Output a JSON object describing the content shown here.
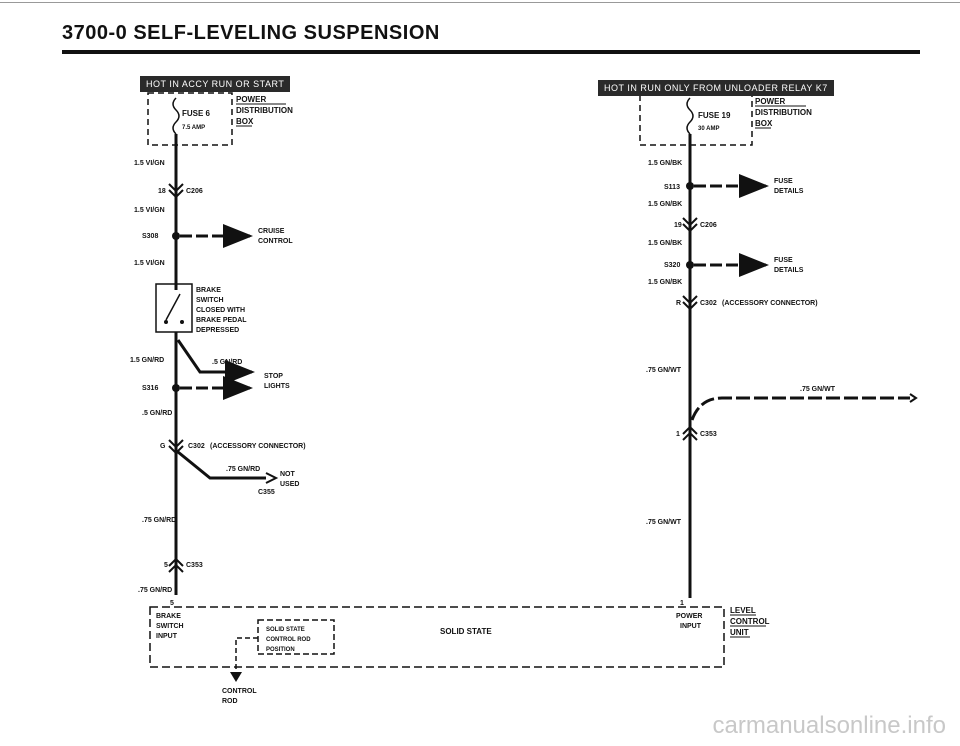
{
  "title": "3700-0   SELF-LEVELING SUSPENSION",
  "banners": {
    "left": "HOT IN ACCY RUN OR START",
    "right": "HOT IN RUN ONLY FROM UNLOADER RELAY K7"
  },
  "left_circuit": {
    "fuse_name": "FUSE 6",
    "fuse_rating": "7.5 AMP",
    "power_dist_1": "POWER",
    "power_dist_2": "DISTRIBUTION",
    "power_dist_3": "BOX",
    "wire_1": "1.5 VI/GN",
    "c206_pin": "18",
    "c206": "C206",
    "wire_2": "1.5 VI/GN",
    "s308": "S308",
    "cruise_1": "CRUISE",
    "cruise_2": "CONTROL",
    "wire_3": "1.5 VI/GN",
    "brake_switch_1": "BRAKE",
    "brake_switch_2": "SWITCH",
    "brake_switch_3": "CLOSED WITH",
    "brake_switch_4": "BRAKE PEDAL",
    "brake_switch_5": "DEPRESSED",
    "wire_4": "1.5 GN/RD",
    "wire_stop": ".5 GN/RD",
    "stop_1": "STOP",
    "stop_2": "LIGHTS",
    "s316": "S316",
    "wire_5": ".5 GN/RD",
    "c302_pin": "G",
    "c302": "C302",
    "c302_desc": "(ACCESSORY CONNECTOR)",
    "wire_notused": ".75 GN/RD",
    "not_used_1": "NOT",
    "not_used_2": "USED",
    "c355": "C355",
    "wire_6": ".75 GN/RD",
    "c353_pin": "5",
    "c353": "C353",
    "wire_7": ".75 GN/RD",
    "pin_5": "5"
  },
  "right_circuit": {
    "fuse_name": "FUSE 19",
    "fuse_rating": "30 AMP",
    "power_dist_1": "POWER",
    "power_dist_2": "DISTRIBUTION",
    "power_dist_3": "BOX",
    "wire_1": "1.5 GN/BK",
    "s113": "S113",
    "fuse_details_1": "FUSE",
    "fuse_details_2": "DETAILS",
    "wire_2": "1.5 GN/BK",
    "c206_pin": "19",
    "c206": "C206",
    "wire_3": "1.5 GN/BK",
    "s320": "S320",
    "fuse_details_b1": "FUSE",
    "fuse_details_b2": "DETAILS",
    "wire_4": "1.5 GN/BK",
    "c302_pin": "R",
    "c302": "C302",
    "c302_desc": "(ACCESSORY CONNECTOR)",
    "wire_5": ".75 GN/WT",
    "wire_branch": ".75 GN/WT",
    "c353_pin": "1",
    "c353": "C353",
    "wire_6": ".75 GN/WT",
    "pin_1": "1"
  },
  "control_unit": {
    "brake_input_1": "BRAKE",
    "brake_input_2": "SWITCH",
    "brake_input_3": "INPUT",
    "solid_state_box_1": "SOLID STATE",
    "solid_state_box_2": "CONTROL ROD",
    "solid_state_box_3": "POSITION",
    "solid_state": "SOLID STATE",
    "power_input_1": "POWER",
    "power_input_2": "INPUT",
    "level_1": "LEVEL",
    "level_2": "CONTROL",
    "level_3": "UNIT",
    "control_rod_1": "CONTROL",
    "control_rod_2": "ROD"
  },
  "watermark": "carmanualsonline.info"
}
